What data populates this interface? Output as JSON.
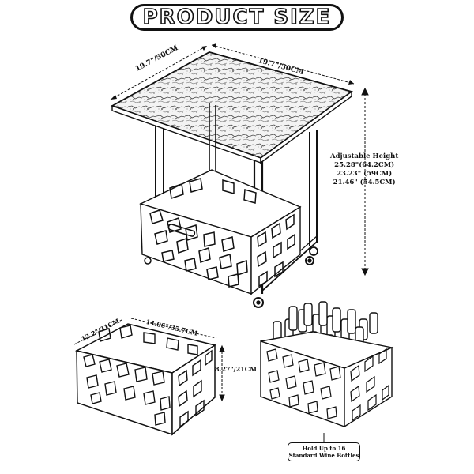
{
  "title": "PRODUCT SIZE",
  "top_width_left": "19.7\"/50CM",
  "top_width_right": "19.7\"/50CM",
  "height_heading": "Adjustable Height",
  "height_options": [
    "25.28\"(64.2CM)",
    "23.23\" (59CM)",
    "21.46\" (54.5CM)"
  ],
  "basket_depth": "12.2\"/31CM",
  "basket_width": "14.06\"/35.7CM",
  "basket_height": "8.27\"/21CM",
  "capacity_note": "Hold Up to 16 Standard Wine Bottles"
}
